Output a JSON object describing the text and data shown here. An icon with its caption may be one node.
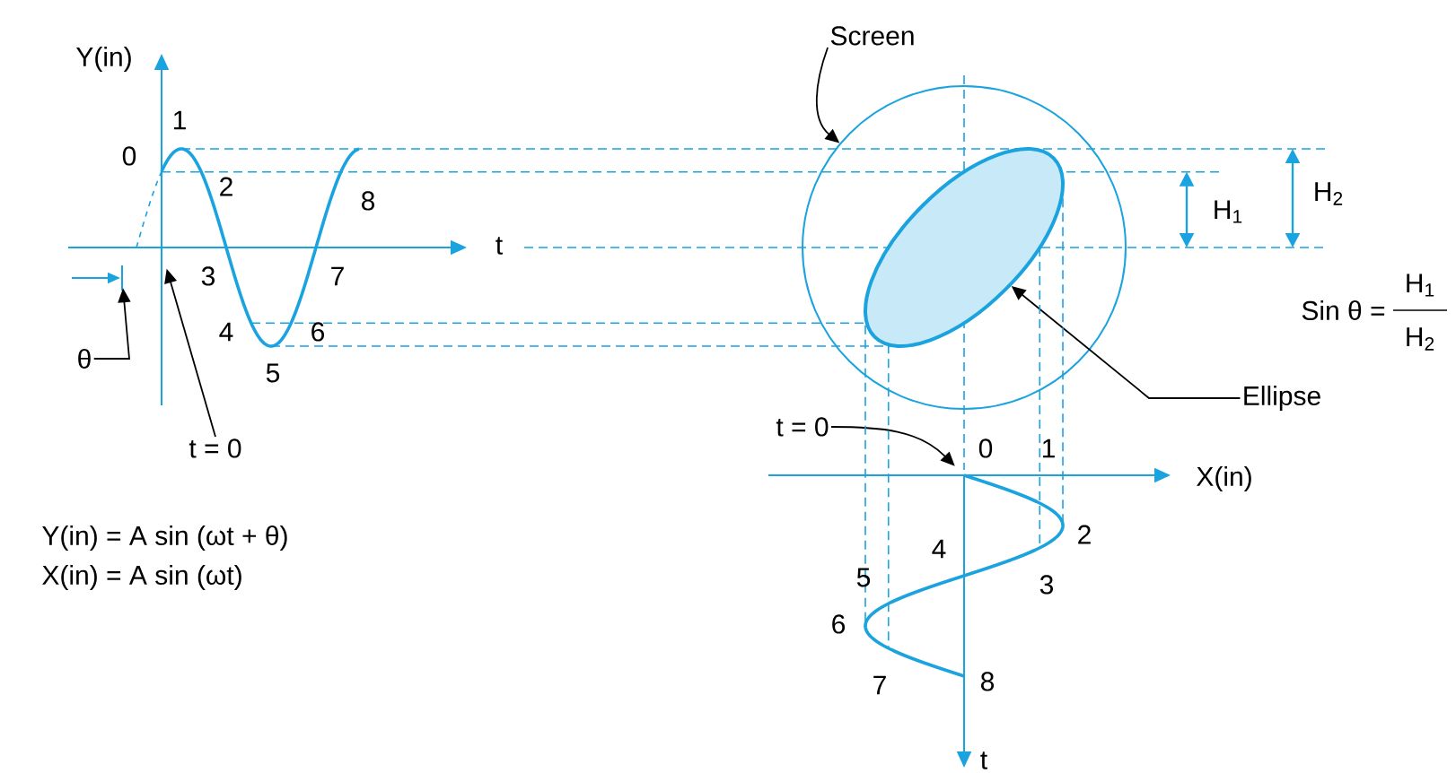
{
  "diagram": {
    "nodes": [
      {
        "text": [
          "Screen"
        ]
      },
      {
        "text": [],
        "shape": "circle"
      },
      {
        "text": [],
        "shape": "ellipse",
        "in": 1
      },
      {
        "text": [
          "Ellipse"
        ]
      },
      {
        "text": [
          "θ"
        ]
      },
      {
        "text": [
          "t = 0"
        ]
      },
      {
        "text": [
          "t = 0"
        ]
      },
      {
        "text": [],
        "shape": "bar"
      },
      {
        "text": [],
        "shape": "curve"
      },
      {
        "text": [],
        "shape": "curve"
      }
    ],
    "edges": [
      {
        "from": 0,
        "to": 1,
        "arrow": "to",
        "color": "#000000"
      },
      {
        "from": 3,
        "to": 2,
        "arrow": "to",
        "color": "#000000"
      },
      {
        "from": 4,
        "to": 7,
        "arrow": "to",
        "color": "#000000"
      },
      {
        "from": 5,
        "to": 8,
        "arrow": "to",
        "color": "#000000"
      },
      {
        "from": 6,
        "to": 9,
        "arrow": "to",
        "color": "#000000"
      },
      {
        "from": 8,
        "to": 2,
        "arrow": "none",
        "style": "dashed"
      },
      {
        "from": 8,
        "to": 2,
        "arrow": "none",
        "style": "dashed"
      },
      {
        "from": 2,
        "to": 9,
        "arrow": "none",
        "style": "dashed"
      },
      {
        "from": 2,
        "to": 9,
        "arrow": "none",
        "style": "dashed"
      },
      {
        "from": 2,
        "to": 9,
        "arrow": "none",
        "style": "dashed"
      },
      {
        "from": 2,
        "to": 9,
        "arrow": "none",
        "style": "dashed"
      }
    ],
    "labels": [
      "Y(in)",
      "1",
      "0",
      "2",
      "8",
      "t",
      "3",
      "7",
      "4",
      "6",
      "5",
      "H$_{1}$",
      "H$_{2}$",
      "Sin θ =",
      "H$_{1}$",
      "H$_{2}$",
      "0",
      "1",
      "X(in)",
      "2",
      "4",
      "5",
      "3",
      "6",
      "7",
      "8",
      "t",
      "Y(in) = A sin (ωt + θ)",
      "X(in) = A sin (ωt)"
    ]
  }
}
